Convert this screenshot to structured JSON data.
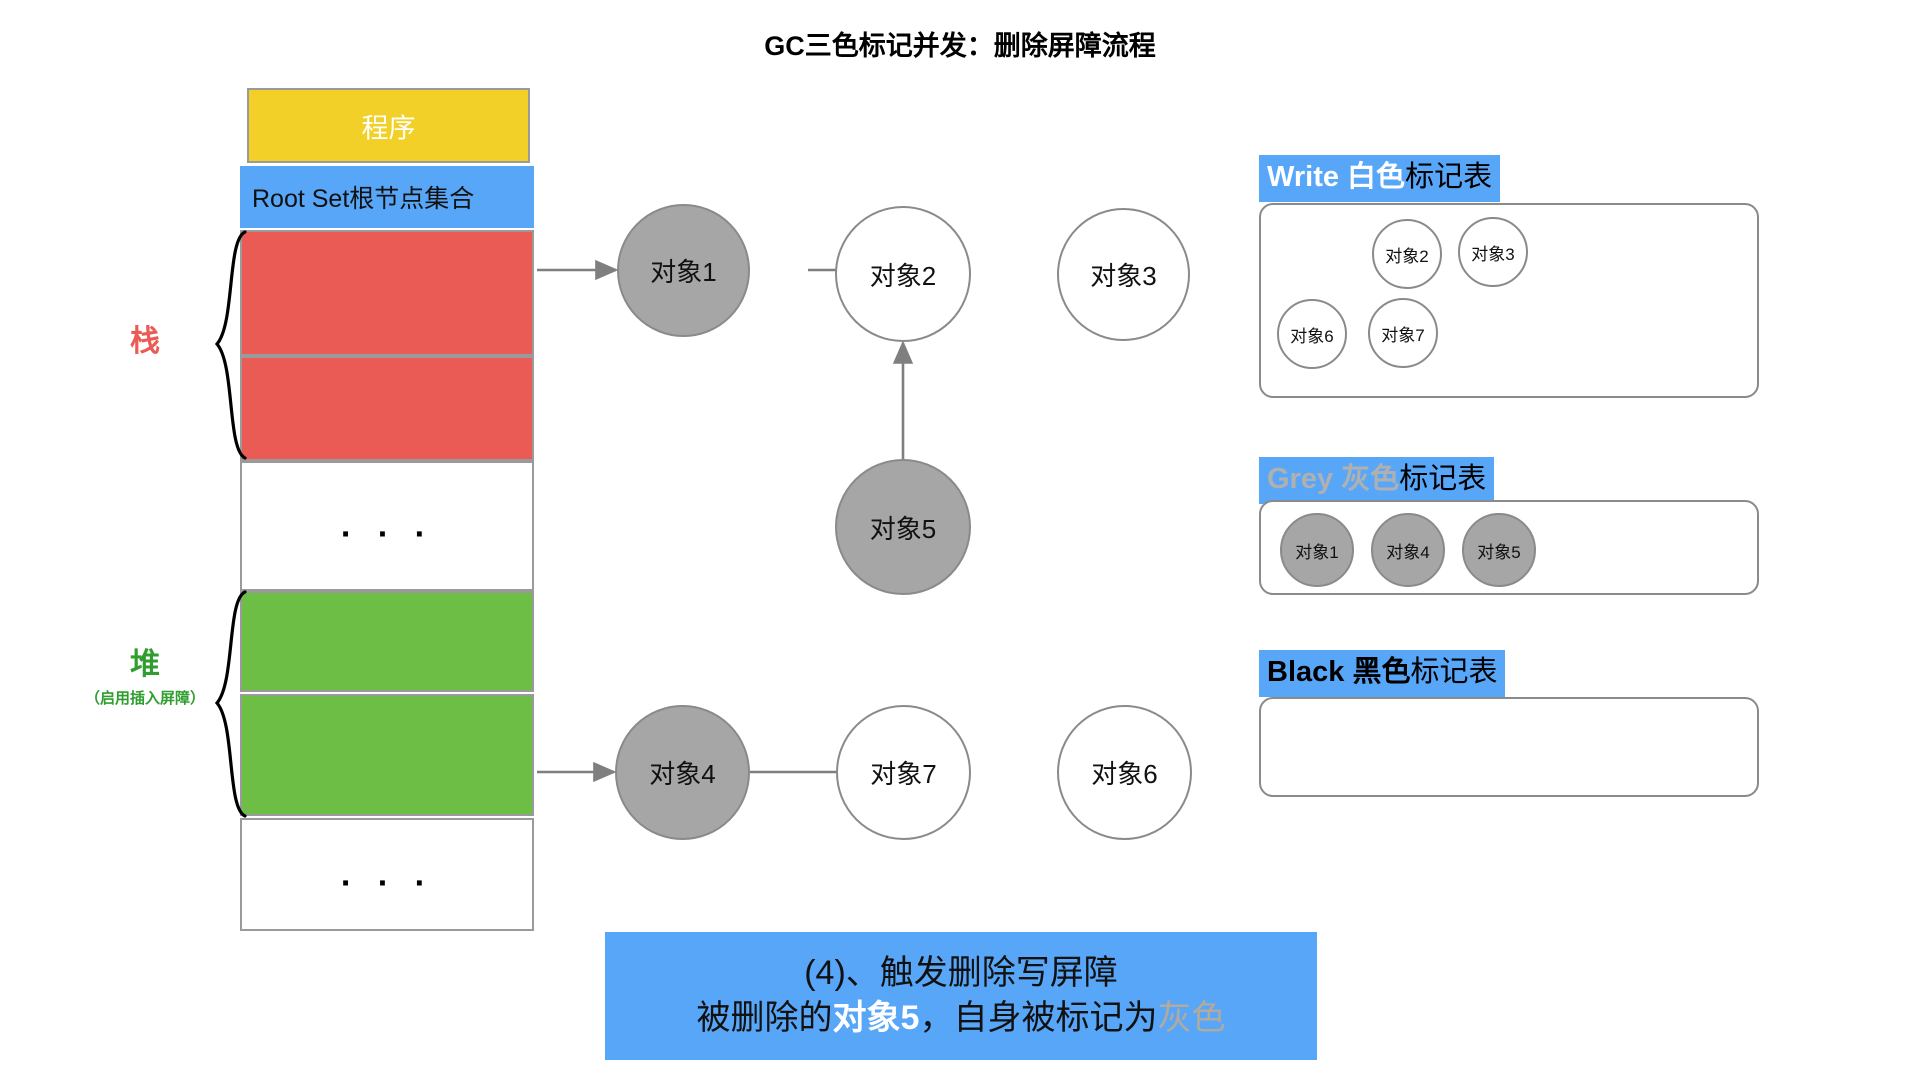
{
  "title": "GC三色标记并发：删除屏障流程",
  "memory": {
    "program_label": "程序",
    "root_set_label": "Root Set根节点集合",
    "ellipsis": ". . .",
    "stack_label": "栈",
    "heap_label": "堆",
    "heap_sublabel": "（启用插入屏障）"
  },
  "graph": {
    "nodes": [
      {
        "id": "obj1",
        "label": "对象1",
        "color": "grey"
      },
      {
        "id": "obj2",
        "label": "对象2",
        "color": "white"
      },
      {
        "id": "obj3",
        "label": "对象3",
        "color": "white"
      },
      {
        "id": "obj5",
        "label": "对象5",
        "color": "grey"
      },
      {
        "id": "obj4",
        "label": "对象4",
        "color": "grey"
      },
      {
        "id": "obj7",
        "label": "对象7",
        "color": "white"
      },
      {
        "id": "obj6",
        "label": "对象6",
        "color": "white"
      }
    ],
    "edges": [
      {
        "from": "stack-red",
        "to": "obj1"
      },
      {
        "from": "obj2",
        "to": "obj3"
      },
      {
        "from": "obj5",
        "to": "obj2"
      },
      {
        "from": "heap-green",
        "to": "obj4"
      },
      {
        "from": "obj4",
        "to": "obj7"
      }
    ]
  },
  "mark_tables": [
    {
      "id": "white",
      "header_en": "Write",
      "header_cn_color": "白色",
      "header_cn_tail": "标记表",
      "items": [
        "对象2",
        "对象3",
        "对象6",
        "对象7"
      ],
      "chip_style": "white"
    },
    {
      "id": "grey",
      "header_en": "Grey",
      "header_cn_color": "灰色",
      "header_cn_tail": "标记表",
      "items": [
        "对象1",
        "对象4",
        "对象5"
      ],
      "chip_style": "grey"
    },
    {
      "id": "black",
      "header_en": "Black",
      "header_cn_color": "黑色",
      "header_cn_tail": "标记表",
      "items": [],
      "chip_style": "black"
    }
  ],
  "caption": {
    "line1": "(4)、触发删除写屏障",
    "line2_part1": "被删除的",
    "line2_bold": "对象5",
    "line2_part2": "，自身被标记为",
    "line2_grey": "灰色"
  },
  "colors": {
    "program": "#f2d027",
    "root_set": "#58a6f8",
    "stack": "#ea5b55",
    "heap": "#6cbe45",
    "grey_node": "#a6a6a6",
    "highlight": "#58a6f8",
    "grey_word": "#b3aa9e"
  }
}
